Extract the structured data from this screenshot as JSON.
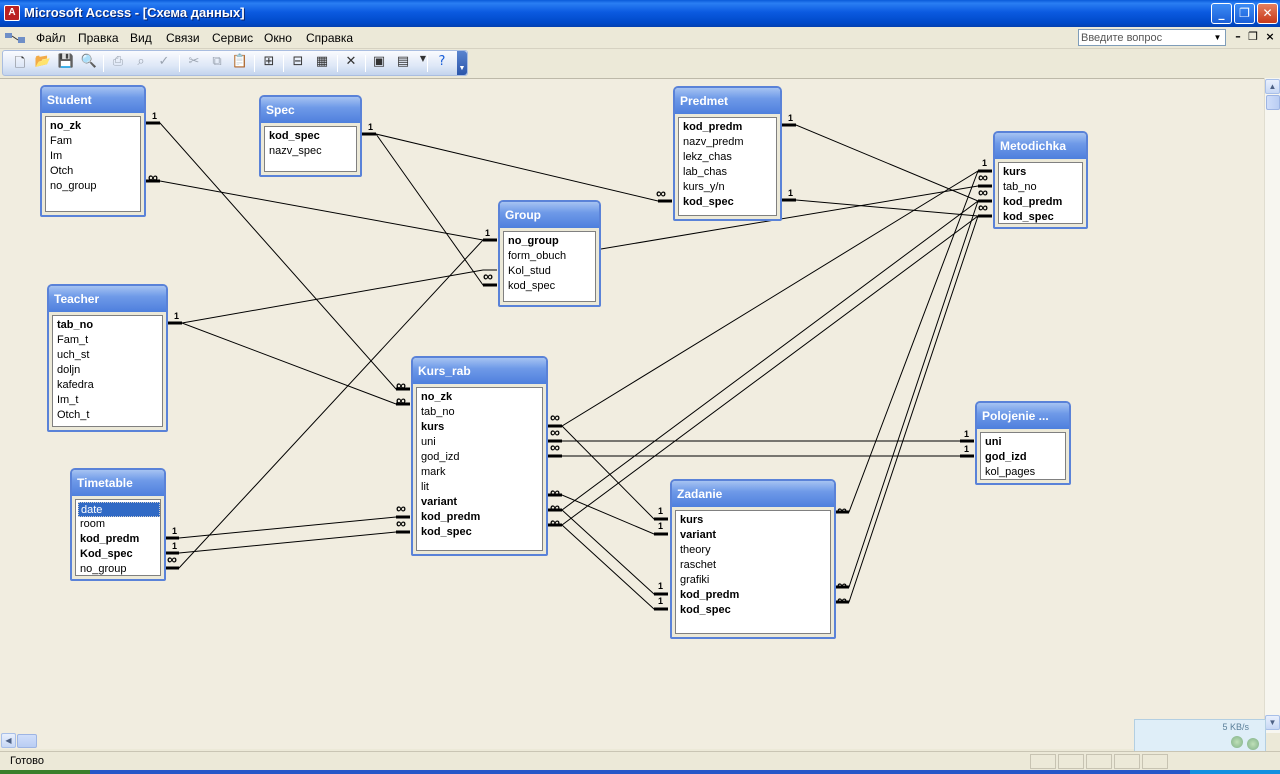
{
  "window": {
    "app_name": "Microsoft Access",
    "document": "[Схема данных]"
  },
  "menu": [
    "Файл",
    "Правка",
    "Вид",
    "Связи",
    "Сервис",
    "Окно",
    "Справка"
  ],
  "help_search": {
    "placeholder": "Введите вопрос"
  },
  "tables": {
    "student": {
      "name": "Student",
      "fields": [
        "no_zk",
        "Fam",
        "Im",
        "Otch",
        "no_group"
      ]
    },
    "spec": {
      "name": "Spec",
      "fields": [
        "kod_spec",
        "nazv_spec"
      ]
    },
    "predmet": {
      "name": "Predmet",
      "fields": [
        "kod_predm",
        "nazv_predm",
        "lekz_chas",
        "lab_chas",
        "kurs_y/n",
        "kod_spec"
      ]
    },
    "metodichka": {
      "name": "Metodichka",
      "fields": [
        "kurs",
        "tab_no",
        "kod_predm",
        "kod_spec"
      ]
    },
    "group": {
      "name": "Group",
      "fields": [
        "no_group",
        "form_obuch",
        "Kol_stud",
        "kod_spec"
      ]
    },
    "teacher": {
      "name": "Teacher",
      "fields": [
        "tab_no",
        "Fam_t",
        "uch_st",
        "doljn",
        "kafedra",
        "Im_t",
        "Otch_t"
      ]
    },
    "kurs_rab": {
      "name": "Kurs_rab",
      "fields": [
        "no_zk",
        "tab_no",
        "kurs",
        "uni",
        "god_izd",
        "mark",
        "lit",
        "variant",
        "kod_predm",
        "kod_spec"
      ]
    },
    "polojenie": {
      "name": "Polojenie ...",
      "fields": [
        "uni",
        "god_izd",
        "kol_pages"
      ]
    },
    "timetable": {
      "name": "Timetable",
      "fields": [
        "date",
        "room",
        "kod_predm",
        "Kod_spec",
        "no_group"
      ]
    },
    "zadanie": {
      "name": "Zadanie",
      "fields": [
        "kurs",
        "variant",
        "theory",
        "raschet",
        "grafiki",
        "kod_predm",
        "kod_spec"
      ]
    }
  },
  "relationship_labels": {
    "one": "1",
    "many": "∞"
  },
  "status": {
    "text": "Готово"
  },
  "network_widget": {
    "rate": "5 KB/s"
  }
}
